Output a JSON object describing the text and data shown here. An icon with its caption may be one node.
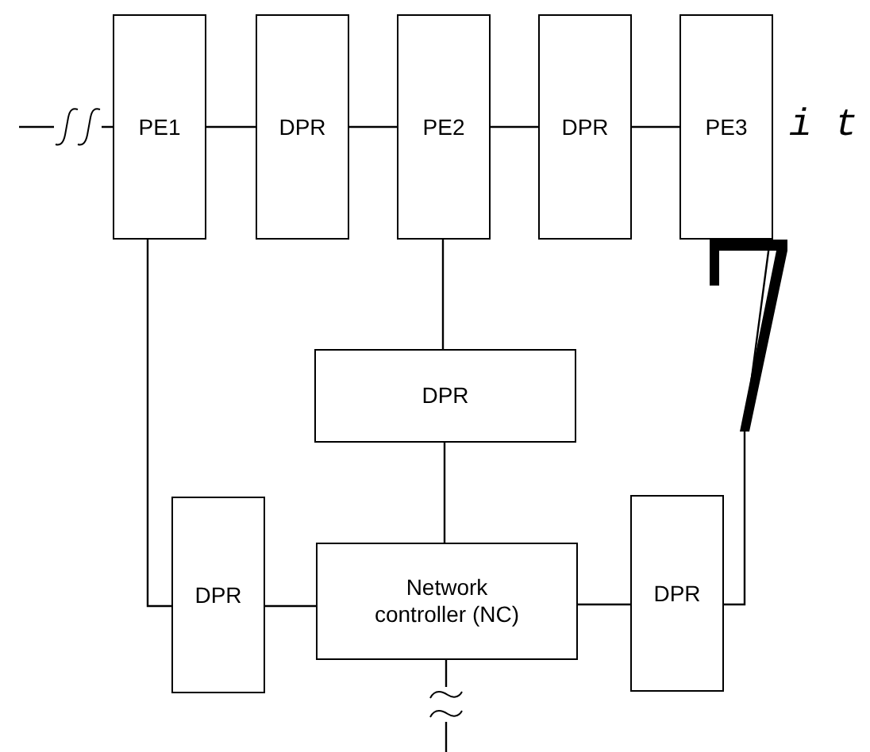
{
  "diagram": {
    "nodes": [
      {
        "text": [
          "PE1"
        ]
      },
      {
        "text": [
          "DPR"
        ]
      },
      {
        "text": [
          "PE2"
        ]
      },
      {
        "text": [
          "DPR"
        ]
      },
      {
        "text": [
          "PE3"
        ],
        "beside": [
          "i t"
        ]
      },
      {
        "text": [
          "DPR"
        ]
      },
      {
        "text": [
          "DPR"
        ]
      },
      {
        "text": [
          "Network controller (NC)"
        ]
      },
      {
        "text": [
          "DPR"
        ]
      }
    ],
    "edges": [
      {
        "from": null,
        "to": 0,
        "arrow": "none"
      },
      {
        "from": 0,
        "to": 1,
        "arrow": "none"
      },
      {
        "from": 1,
        "to": 2,
        "arrow": "none"
      },
      {
        "from": 2,
        "to": 3,
        "arrow": "none"
      },
      {
        "from": 3,
        "to": 4,
        "arrow": "none"
      },
      {
        "from": 2,
        "to": 5,
        "arrow": "none"
      },
      {
        "from": 5,
        "to": 7,
        "arrow": "none"
      },
      {
        "from": 0,
        "to": 6,
        "arrow": "none"
      },
      {
        "from": 6,
        "to": 7,
        "arrow": "none"
      },
      {
        "from": 7,
        "to": 8,
        "arrow": "none"
      },
      {
        "from": 8,
        "to": 4,
        "arrow": "none"
      },
      {
        "from": 7,
        "to": null,
        "arrow": "none"
      }
    ]
  }
}
